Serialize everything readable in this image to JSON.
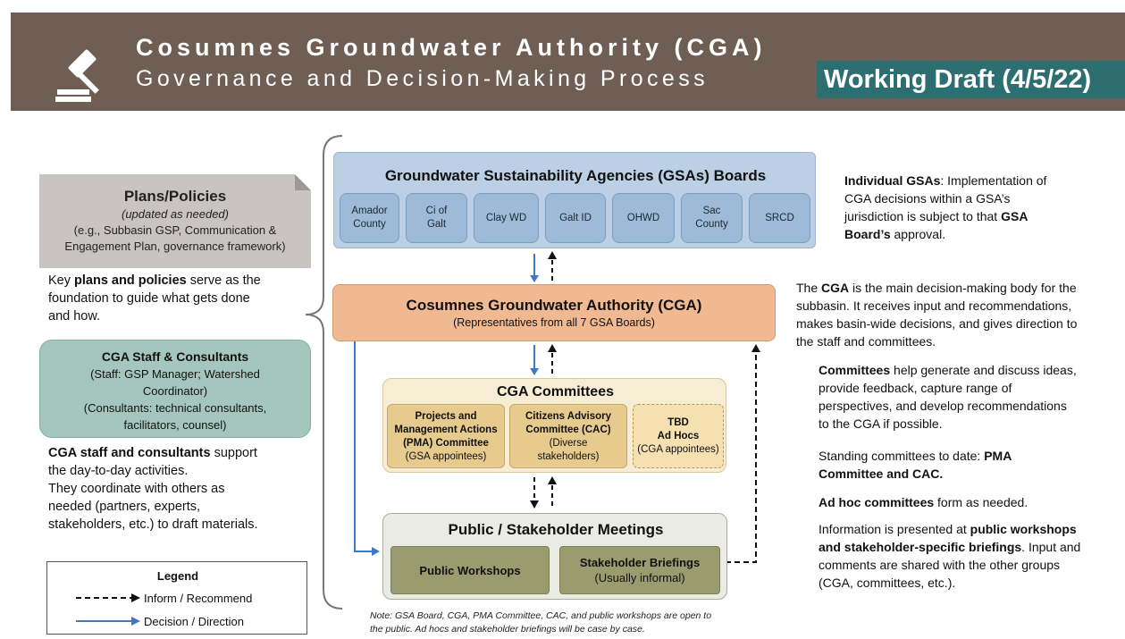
{
  "header": {
    "title": "Cosumnes Groundwater Authority (CGA)",
    "subtitle": "Governance and Decision-Making Process",
    "badge": "Working Draft (4/5/22)"
  },
  "plans": {
    "title": "Plans/Policies",
    "updated": "(updated as needed)",
    "examples_1": "(e.g., Subbasin GSP, Communication &",
    "examples_2": "Engagement Plan, governance framework)",
    "desc_1_pre": "Key ",
    "desc_1_bold": "plans and policies",
    "desc_1_post": " serve as the",
    "desc_2": "foundation to guide what gets done",
    "desc_3": "and how."
  },
  "staff": {
    "title": "CGA Staff  & Consultants",
    "line_1": "(Staff: GSP Manager; Watershed",
    "line_2": "Coordinator)",
    "line_3": "(Consultants: technical consultants,",
    "line_4": "facilitators, counsel)",
    "desc_bold": "CGA staff and consultants",
    "desc_1_post": " support",
    "desc_2": "the day-to-day activities.",
    "desc_3": "They coordinate with others as",
    "desc_4": "needed (partners, experts,",
    "desc_5": "stakeholders, etc.) to draft materials."
  },
  "legend": {
    "title": "Legend",
    "inform": "Inform / Recommend",
    "decision": "Decision / Direction"
  },
  "gsa": {
    "title": "Groundwater Sustainability Agencies (GSAs) Boards",
    "agencies": [
      {
        "line1": "Amador",
        "line2": "County"
      },
      {
        "line1": "Ci of",
        "line2": "Galt"
      },
      {
        "line1": "Clay WD",
        "line2": ""
      },
      {
        "line1": "Galt ID",
        "line2": ""
      },
      {
        "line1": "OHWD",
        "line2": ""
      },
      {
        "line1": "Sac",
        "line2": "County"
      },
      {
        "line1": "SRCD",
        "line2": ""
      }
    ]
  },
  "cga": {
    "title": "Cosumnes Groundwater Authority (CGA)",
    "subtitle": "(Representatives from all 7 GSA Boards)"
  },
  "committees": {
    "title": "CGA Committees",
    "pma": {
      "line1": "Projects and",
      "line2": "Management Actions",
      "line3": "(PMA) Committee",
      "line4": "(GSA appointees)"
    },
    "cac": {
      "line1": "Citizens Advisory",
      "line2": "Committee (CAC)",
      "line3": "(Diverse",
      "line4": "stakeholders)"
    },
    "tbd": {
      "line1": "TBD",
      "line2": "Ad Hocs",
      "line3": "(CGA appointees)"
    }
  },
  "meetings": {
    "title": "Public / Stakeholder Meetings",
    "workshops": "Public Workshops",
    "briefings": "Stakeholder Briefings",
    "briefings_sub": "(Usually informal)"
  },
  "note": {
    "line1": "Note: GSA Board, CGA, PMA Committee, CAC, and public workshops are open to",
    "line2": "the public. Ad hocs and stakeholder briefings will be case by case."
  },
  "right": {
    "gsa_bold": "Individual GSAs",
    "gsa_1": ": Implementation of",
    "gsa_2": "CGA decisions within a GSA’s",
    "gsa_3_pre": "jurisdiction is subject to that ",
    "gsa_3_bold": "GSA",
    "gsa_4_bold": "Board’s",
    "gsa_4_post": " approval.",
    "cga_pre": "The ",
    "cga_bold": "CGA",
    "cga_1_post": " is the main decision-making body for the",
    "cga_2": "subbasin. It receives input and recommendations,",
    "cga_3": "makes basin-wide decisions, and gives direction to",
    "cga_4": "the staff and committees.",
    "comm_bold": "Committees",
    "comm_1_post": " help generate and discuss ideas,",
    "comm_2": "provide feedback, capture range of",
    "comm_3": "perspectives, and develop recommendations",
    "comm_4": "to the CGA if possible.",
    "standing_pre": "Standing committees to date: ",
    "standing_bold_1": "PMA",
    "standing_bold_2": "Committee and CAC.",
    "adhoc_bold": "Ad hoc committees",
    "adhoc_post": " form as needed.",
    "info_pre": "Information is presented at ",
    "info_bold_1": "public workshops",
    "info_bold_2": "and stakeholder-specific briefings",
    "info_2_post": ". Input and",
    "info_3": "comments are shared with the other groups",
    "info_4": "(CGA, committees, etc.)."
  },
  "colors": {
    "header_bg": "#6f5e53",
    "badge_bg": "#2d6e70",
    "gsa_bg": "#bcd0e5",
    "cga_bg": "#f0b991",
    "committees_bg": "#f7ecd4",
    "meetings_bg": "#eaece4",
    "staff_bg": "#a5c6bd",
    "plans_bg": "#c9c4c2",
    "decision_arrow": "#3f78c0"
  },
  "icons": {
    "logo": "gavel-icon"
  }
}
